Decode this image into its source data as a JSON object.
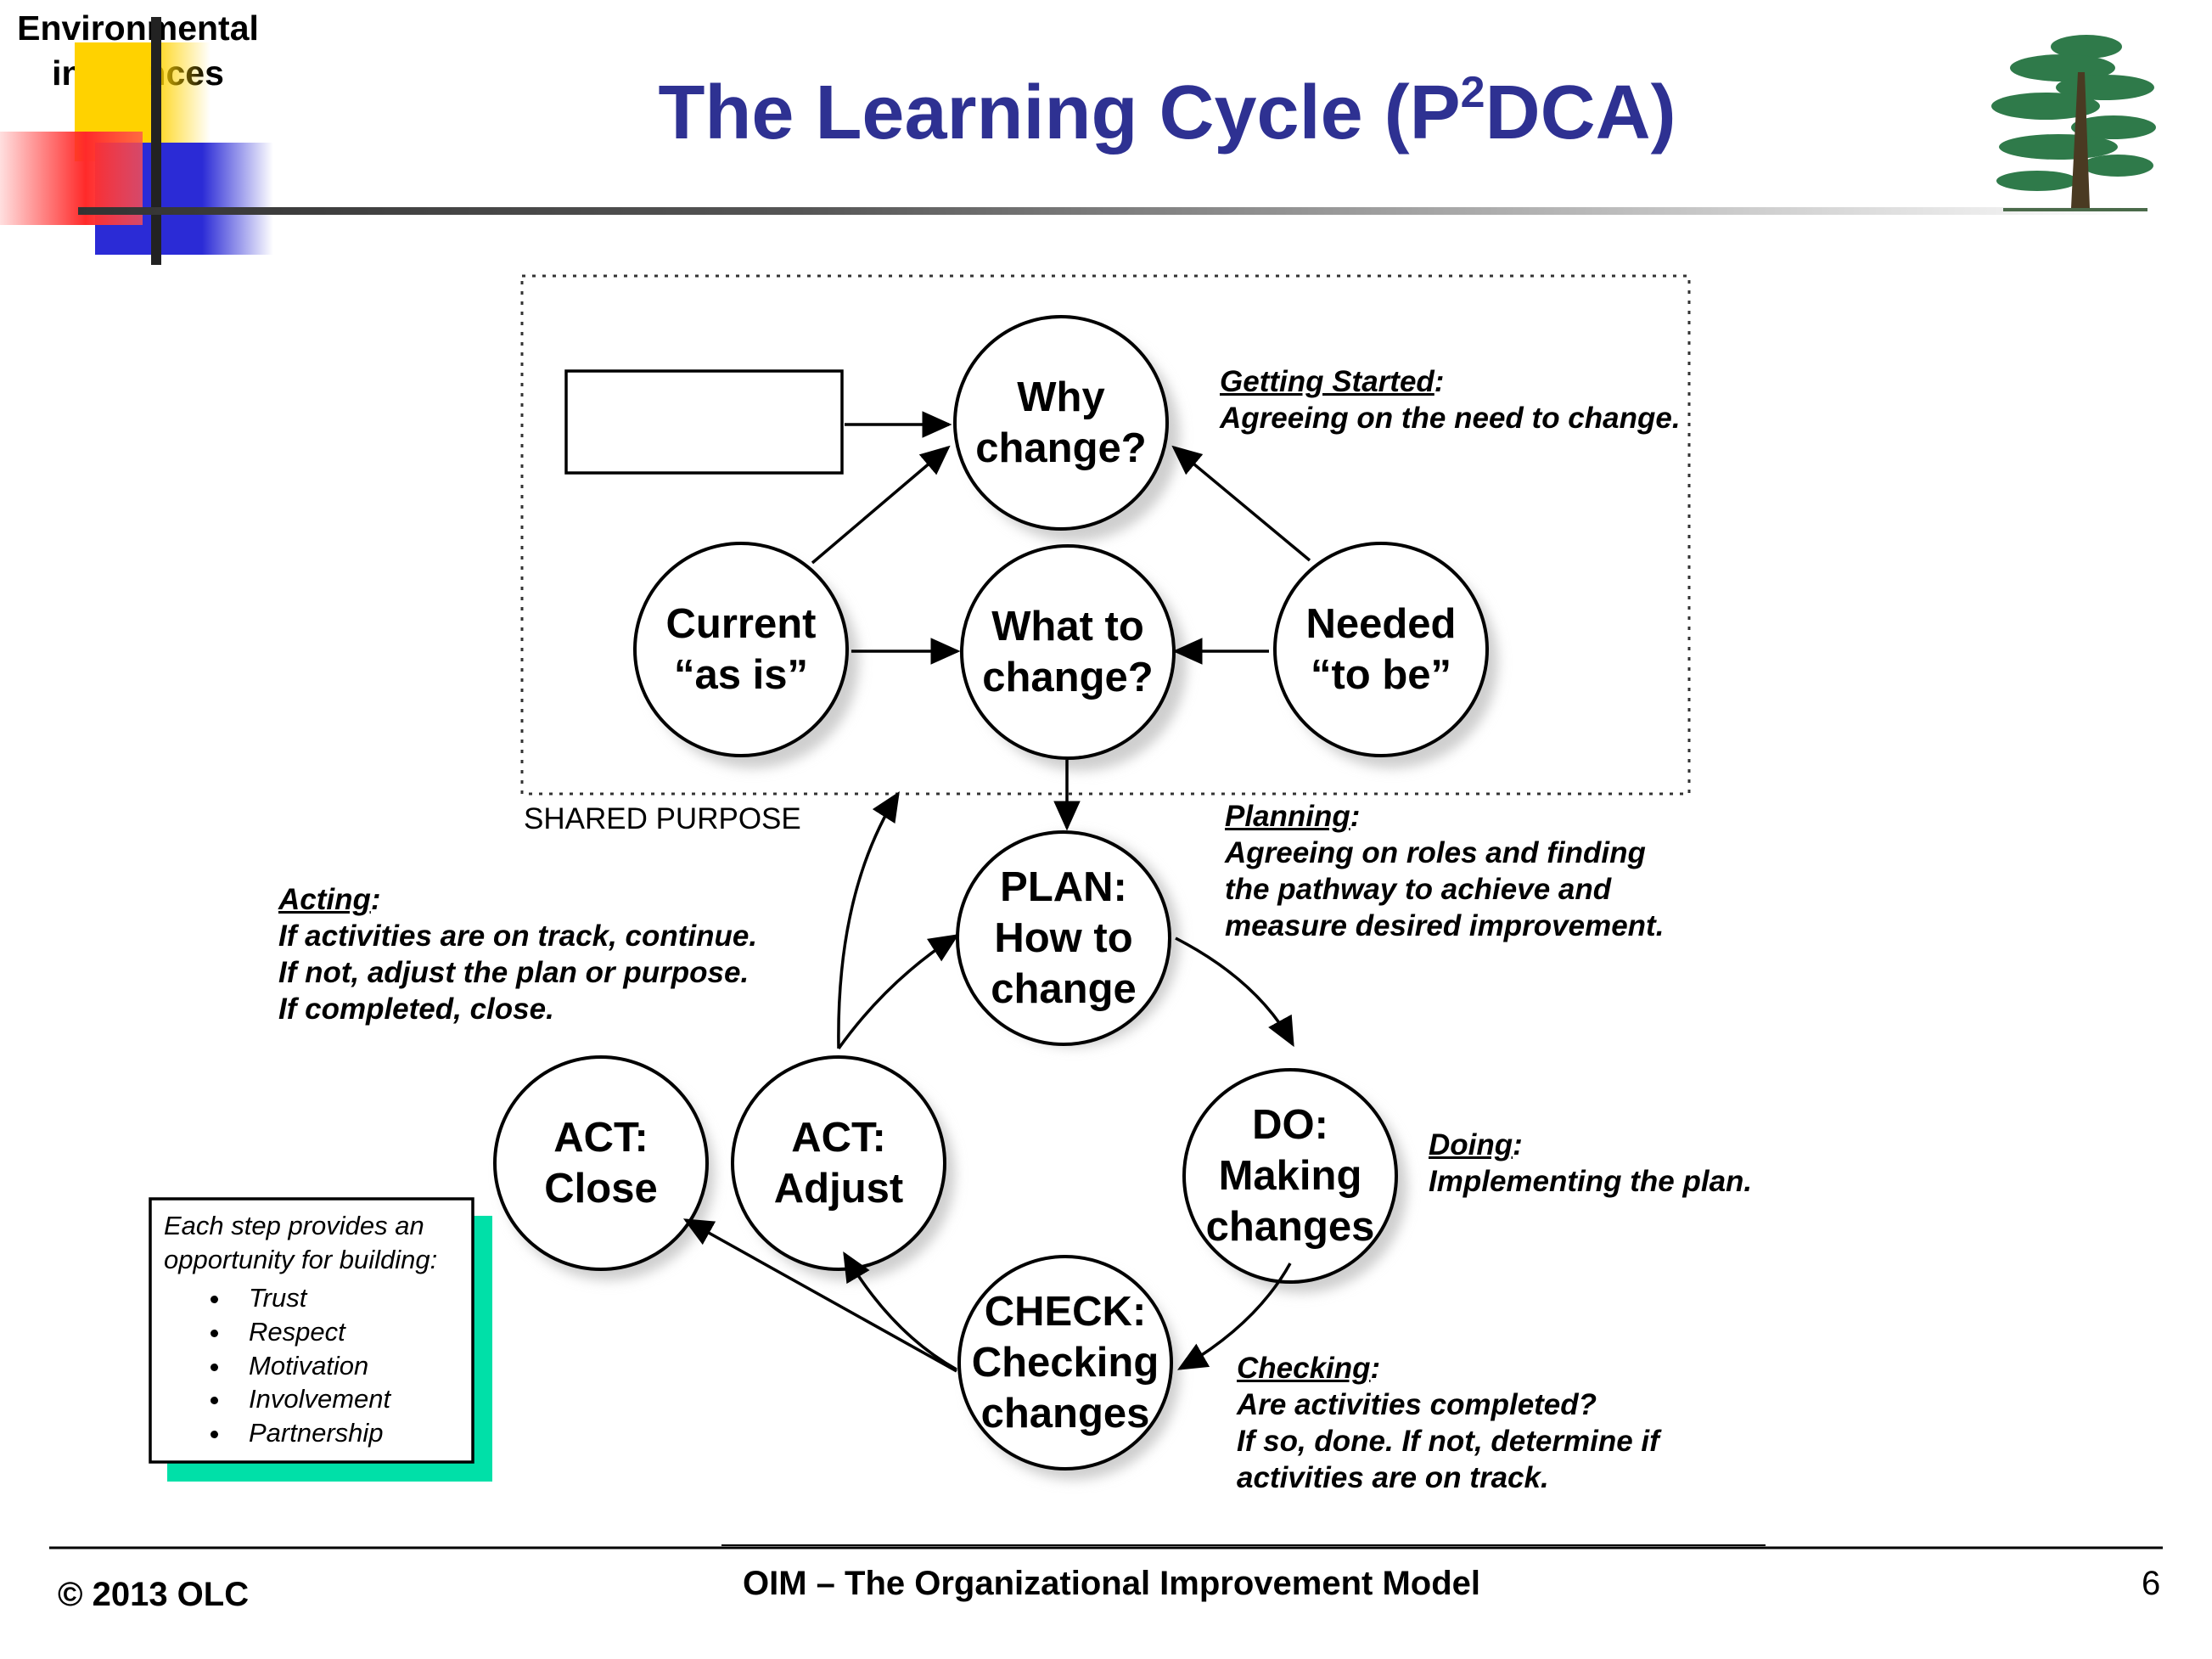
{
  "title": {
    "prefix": "The Learning Cycle (P",
    "superscript": "2",
    "suffix": "DCA)"
  },
  "colors": {
    "title": "#2e3192",
    "deco_yellow": "#ffd200",
    "deco_red": "#ff2a2a",
    "deco_blue": "#2b2bd6",
    "note_shadow": "#00e0a8",
    "tree": "#2f7a4a"
  },
  "diagram": {
    "environmental": [
      "Environmental",
      "influences"
    ],
    "why_change": [
      "Why",
      "change?"
    ],
    "current": [
      "Current",
      "“as is”"
    ],
    "what_to_change": [
      "What to",
      "change?"
    ],
    "needed": [
      "Needed",
      "“to be”"
    ],
    "plan": [
      "PLAN:",
      "How to",
      "change"
    ],
    "do": [
      "DO:",
      "Making",
      "changes"
    ],
    "check": [
      "CHECK:",
      "Checking",
      "changes"
    ],
    "act_adjust": [
      "ACT:",
      "Adjust"
    ],
    "act_close": [
      "ACT:",
      "Close"
    ],
    "shared_purpose": "SHARED PURPOSE"
  },
  "annotations": {
    "getting_started": {
      "heading": "Getting Started",
      "lines": [
        "Agreeing on the need to change."
      ]
    },
    "planning": {
      "heading": "Planning",
      "lines": [
        "Agreeing on roles and finding",
        "the pathway to achieve and",
        "measure desired improvement."
      ]
    },
    "acting": {
      "heading": "Acting",
      "lines": [
        "If activities are on track, continue.",
        "If not, adjust the plan or purpose.",
        "If completed, close."
      ]
    },
    "doing": {
      "heading": "Doing",
      "lines": [
        "Implementing the plan."
      ]
    },
    "checking": {
      "heading": "Checking",
      "lines": [
        "Are activities completed?",
        "If so, done.  If not, determine if",
        "activities are on track."
      ]
    }
  },
  "note": {
    "intro": [
      "Each step provides an",
      "opportunity for building:"
    ],
    "items": [
      "Trust",
      "Respect",
      "Motivation",
      "Involvement",
      "Partnership"
    ]
  },
  "footer": {
    "copyright": "© 2013 OLC",
    "center": "OIM – The Organizational Improvement Model",
    "page": "6"
  }
}
